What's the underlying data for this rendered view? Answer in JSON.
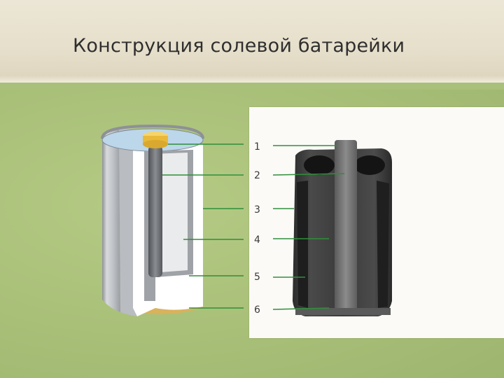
{
  "title": "Конструкция солевой батарейки",
  "labels": [
    "1",
    "2",
    "3",
    "4",
    "5",
    "6"
  ],
  "colors": {
    "header_bg": "#e6dfcb",
    "slide_bg": "#a9c07a",
    "leader_line": "#2f8f3a",
    "cap": "#f2c94c",
    "electrolyte": "#bcd6ea",
    "carbon_rod": "#6f7276",
    "zinc_can": "#c9cbce",
    "base_ring": "#d9b25c"
  }
}
